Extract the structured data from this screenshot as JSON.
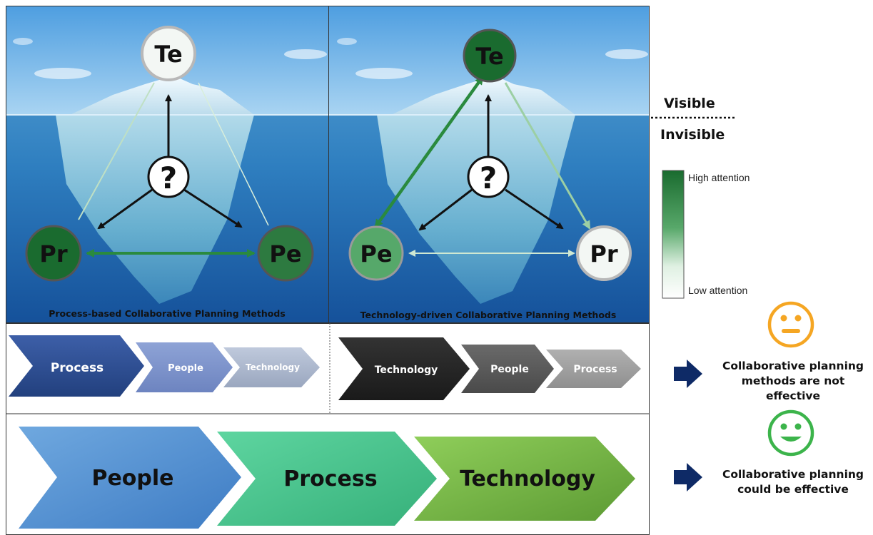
{
  "panels": {
    "left": {
      "caption": "Process-based Collaborative Planning Methods",
      "nodes": {
        "top": "Te",
        "bottom_left": "Pr",
        "bottom_right": "Pe"
      }
    },
    "right": {
      "caption": "Technology-driven Collaborative Planning Methods",
      "nodes": {
        "top": "Te",
        "bottom_left": "Pe",
        "bottom_right": "Pr"
      }
    },
    "question_mark": "?"
  },
  "visibility": {
    "visible": "Visible",
    "invisible": "Invisible"
  },
  "attention_legend": {
    "high": "High attention",
    "low": "Low attention",
    "high_color": "#1a6b2f",
    "low_color": "#ffffff"
  },
  "sequences": {
    "process_based": [
      "Process",
      "People",
      "Technology"
    ],
    "technology_driven": [
      "Technology",
      "People",
      "Process"
    ],
    "recommended": [
      "People",
      "Process",
      "Technology"
    ]
  },
  "outcomes": {
    "not_effective": {
      "line1": "Collaborative planning",
      "line2": "methods are not effective",
      "face": "neutral-face",
      "color": "#f5a623"
    },
    "effective": {
      "line1": "Collaborative planning",
      "line2": "could be effective",
      "face": "smiley-face",
      "color": "#3cb44b"
    }
  }
}
